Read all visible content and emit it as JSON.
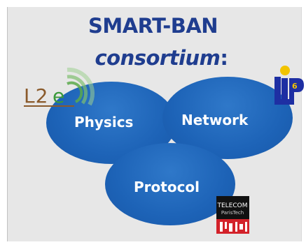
{
  "title": {
    "line1": "SMART-BAN",
    "line2": "consortium",
    "colon": ":"
  },
  "nodes": {
    "physics": "Physics",
    "network": "Network",
    "protocol": "Protocol"
  },
  "logos": {
    "l2e": "L2e",
    "lip6": "LIP6",
    "lip6_digit": "6",
    "telecom_line1": "TELECOM",
    "telecom_line2": "ParisTech"
  },
  "colors": {
    "ellipse": "#1d63b7",
    "title": "#1f3d8f",
    "l2e_brown": "#8a5a2b",
    "l2e_green": "#3b9a3b",
    "lip_blue": "#1e2fa3",
    "lip_yellow": "#f2c400",
    "telecom_red": "#d3222a"
  }
}
